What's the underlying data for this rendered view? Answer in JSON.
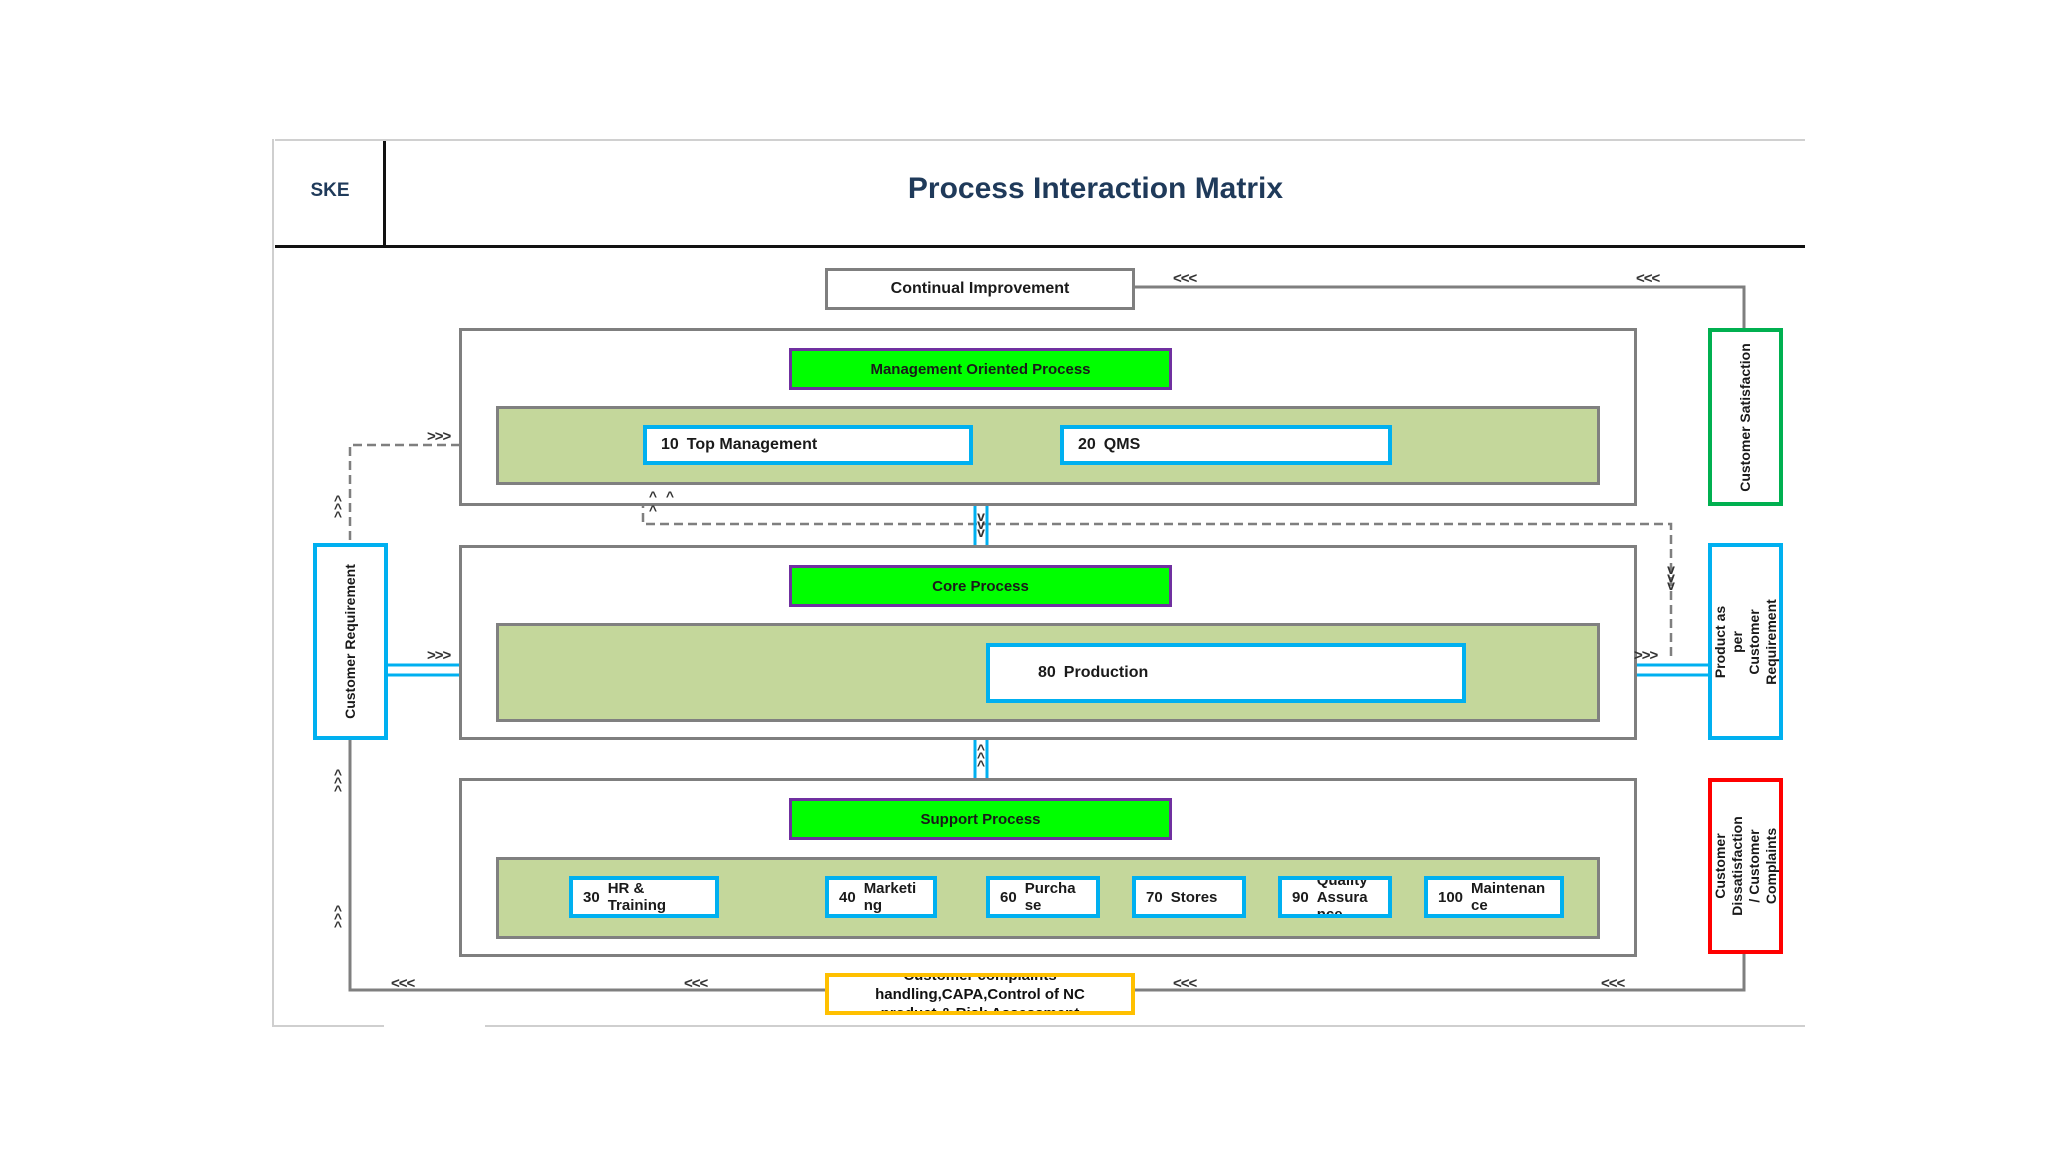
{
  "header": {
    "logo": "SKE",
    "title": "Process Interaction Matrix"
  },
  "top_box": "Continual Improvement",
  "bottom_box": "Customer complaints handling,CAPA,Control of NC product & Risk Assessment",
  "side_boxes": {
    "customer_requirement": "Customer Requirement",
    "customer_satisfaction": "Customer Satisfaction",
    "product_per_requirement": "Product as per Customer Requirement",
    "dissatisfaction": "Customer Dissatisfaction / Customer Complaints"
  },
  "groups": [
    {
      "title": "Management Oriented Process",
      "processes": [
        {
          "num": "10",
          "name": "Top Management"
        },
        {
          "num": "20",
          "name": "QMS"
        }
      ]
    },
    {
      "title": "Core Process",
      "processes": [
        {
          "num": "80",
          "name": "Production"
        }
      ]
    },
    {
      "title": "Support Process",
      "processes": [
        {
          "num": "30",
          "name": "HR & Training"
        },
        {
          "num": "40",
          "name": "Marketi ng"
        },
        {
          "num": "60",
          "name": "Purcha se"
        },
        {
          "num": "70",
          "name": "Stores"
        },
        {
          "num": "90",
          "name": "Quality Assura nce"
        },
        {
          "num": "100",
          "name": "Maintenan ce"
        }
      ]
    }
  ],
  "arrows": {
    "left": "<<<",
    "right": ">>>",
    "up": "^",
    "down": "v"
  },
  "colors": {
    "process_fill": "#c4d79b",
    "group_title_fill": "#00ff00",
    "process_border": "#00b0f0",
    "satisfaction_border": "#00b050",
    "complaints_border": "#ff0000",
    "ci_border": "#ffc000"
  }
}
